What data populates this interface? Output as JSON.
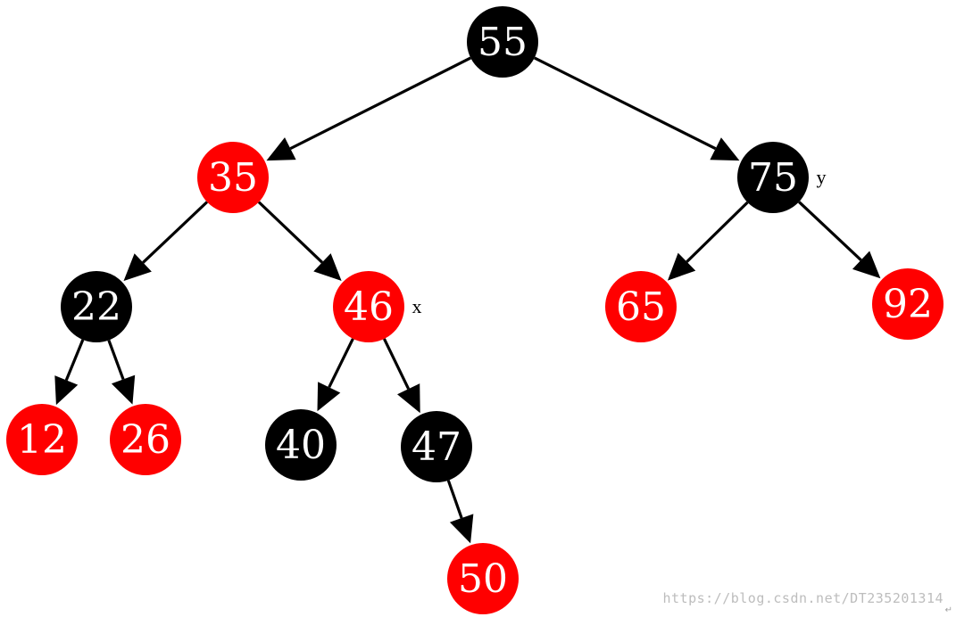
{
  "colors": {
    "red": "#ff0000",
    "black": "#000000",
    "text": "#ffffff",
    "edge": "#000000"
  },
  "tree": {
    "nodes": [
      {
        "id": "n55",
        "label": "55",
        "color": "black"
      },
      {
        "id": "n35",
        "label": "35",
        "color": "red"
      },
      {
        "id": "n75",
        "label": "75",
        "color": "black"
      },
      {
        "id": "n22",
        "label": "22",
        "color": "black"
      },
      {
        "id": "n46",
        "label": "46",
        "color": "red"
      },
      {
        "id": "n65",
        "label": "65",
        "color": "red"
      },
      {
        "id": "n92",
        "label": "92",
        "color": "red"
      },
      {
        "id": "n12",
        "label": "12",
        "color": "red"
      },
      {
        "id": "n26",
        "label": "26",
        "color": "red"
      },
      {
        "id": "n40",
        "label": "40",
        "color": "black"
      },
      {
        "id": "n47",
        "label": "47",
        "color": "black"
      },
      {
        "id": "n50",
        "label": "50",
        "color": "red"
      }
    ],
    "edges": [
      [
        "n55",
        "n35"
      ],
      [
        "n55",
        "n75"
      ],
      [
        "n35",
        "n22"
      ],
      [
        "n35",
        "n46"
      ],
      [
        "n75",
        "n65"
      ],
      [
        "n75",
        "n92"
      ],
      [
        "n22",
        "n12"
      ],
      [
        "n22",
        "n26"
      ],
      [
        "n46",
        "n40"
      ],
      [
        "n46",
        "n47"
      ],
      [
        "n47",
        "n50"
      ]
    ],
    "markers": [
      {
        "node": "n46",
        "text": "x"
      },
      {
        "node": "n75",
        "text": "y"
      }
    ]
  },
  "watermark": "https://blog.csdn.net/DT235201314",
  "return_mark": "↵"
}
